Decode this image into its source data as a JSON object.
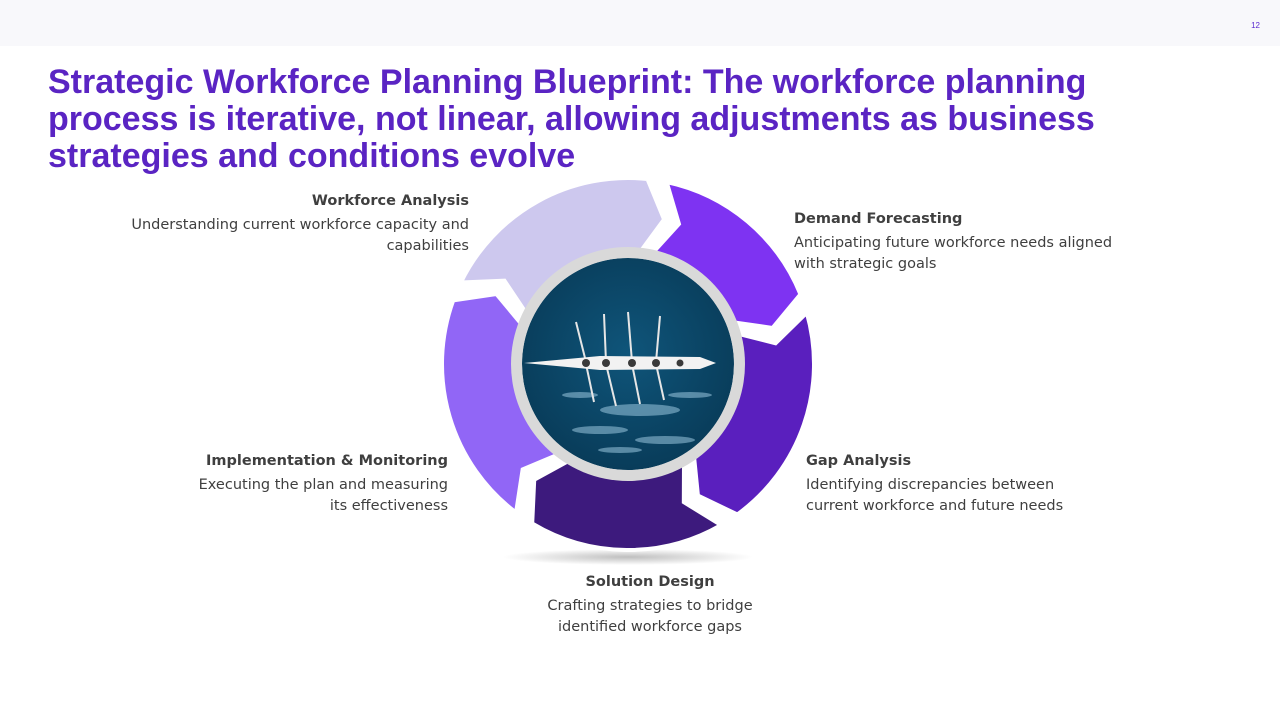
{
  "header": {
    "page_number": "12"
  },
  "title": "Strategic Workforce Planning Blueprint: The workforce planning process is iterative, not linear, allowing adjustments as business strategies and conditions evolve",
  "colors": {
    "title": "#5a24c3",
    "segment_workforce_analysis": "#cdc8ee",
    "segment_demand_forecasting": "#7e33f2",
    "segment_gap_analysis": "#5a1fbe",
    "segment_solution_design": "#3d1a7d",
    "segment_implementation": "#9166f6",
    "ring": "#d9d9d9",
    "water": "#0c4668"
  },
  "steps": [
    {
      "title": "Workforce Analysis",
      "desc": "Understanding current workforce capacity and capabilities"
    },
    {
      "title": "Demand Forecasting",
      "desc": "Anticipating future workforce needs aligned with strategic goals"
    },
    {
      "title": "Gap Analysis",
      "desc": "Identifying discrepancies between current workforce and future needs"
    },
    {
      "title": "Solution Design",
      "desc": "Crafting strategies to bridge identified workforce gaps"
    },
    {
      "title": "Implementation & Monitoring",
      "desc": "Executing the plan and measuring its effectiveness"
    }
  ],
  "center_image": "rowing-boat-aerial"
}
